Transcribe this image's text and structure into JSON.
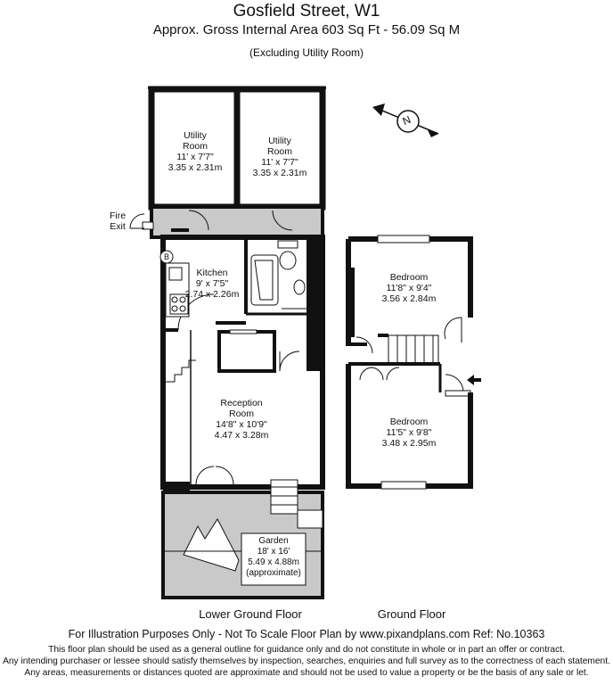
{
  "header": {
    "title": "Gosfield Street, W1",
    "area": "Approx. Gross Internal Area   603 Sq Ft  -  56.09 Sq M",
    "note": "(Excluding Utility Room)"
  },
  "compass": {
    "letter": "N"
  },
  "rooms": {
    "utility1": {
      "name1": "Utility",
      "name2": "Room",
      "imperial": "11' x 7'7\"",
      "metric": "3.35 x 2.31m"
    },
    "utility2": {
      "name1": "Utility",
      "name2": "Room",
      "imperial": "11' x 7'7\"",
      "metric": "3.35 x 2.31m"
    },
    "fire_exit": {
      "line1": "Fire",
      "line2": "Exit"
    },
    "boiler": {
      "symbol": "B"
    },
    "kitchen": {
      "name": "Kitchen",
      "imperial": "9' x 7'5\"",
      "metric": "2.74 x 2.26m"
    },
    "reception": {
      "name1": "Reception",
      "name2": "Room",
      "imperial": "14'8\" x 10'9\"",
      "metric": "4.47 x 3.28m"
    },
    "garden": {
      "name": "Garden",
      "imperial": "18' x 16'",
      "metric": "5.49 x 4.88m",
      "note": "(approximate)"
    },
    "bedroom1": {
      "name": "Bedroom",
      "imperial": "11'8\" x 9'4\"",
      "metric": "3.56 x 2.84m"
    },
    "bedroom2": {
      "name": "Bedroom",
      "imperial": "11'5\" x 9'8\"",
      "metric": "3.48 x 2.95m"
    }
  },
  "floors": {
    "lower": "Lower Ground Floor",
    "ground": "Ground Floor"
  },
  "footer": {
    "main": "For Illustration Purposes Only - Not To Scale   Floor Plan by www.pixandplans.com   Ref: No.10363",
    "line1": "This floor plan should be used as a general outline for guidance only and do not constitute in whole or in part an offer or contract.",
    "line2": "Any intending purchaser or lessee should satisfy themselves by inspection, searches, enquiries and full survey as to the correctness of each statement.",
    "line3": "Any areas, measurements or distances quoted are approximate and should not be used to value a property or be the basis of any sale or let."
  }
}
